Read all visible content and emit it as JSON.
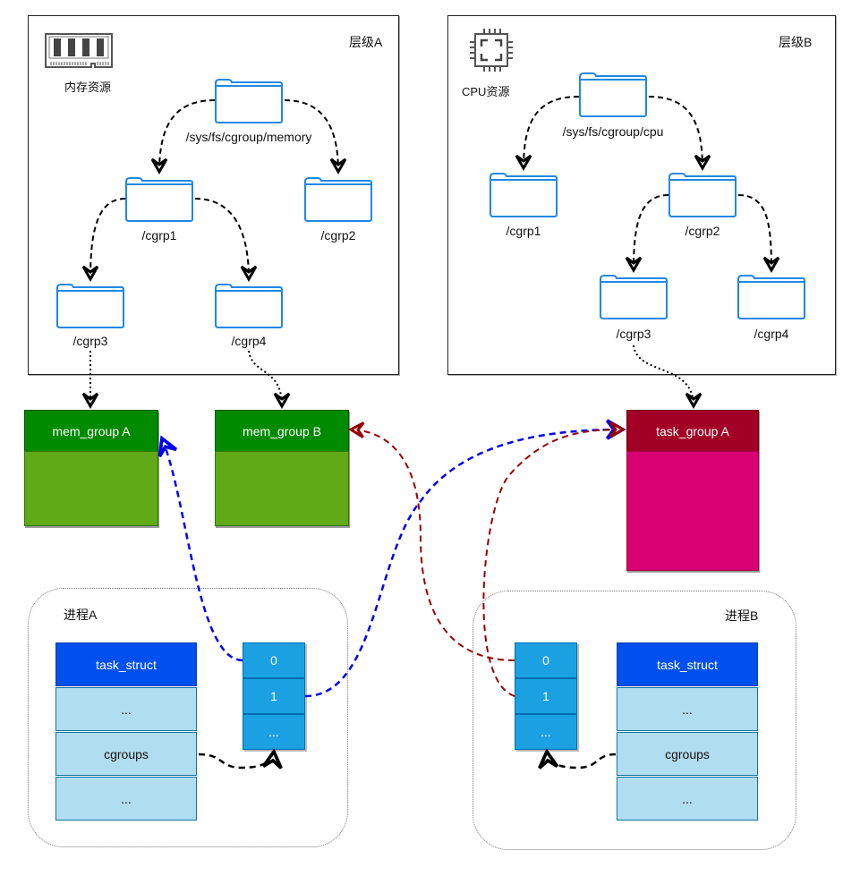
{
  "hierarchy_a": {
    "title": "层级A",
    "resource_label": "内存资源",
    "resource_icon": "memory-module-icon",
    "folders": {
      "root": "/sys/fs/cgroup/memory",
      "cgrp1": "/cgrp1",
      "cgrp2": "/cgrp2",
      "cgrp3": "/cgrp3",
      "cgrp4": "/cgrp4"
    }
  },
  "hierarchy_b": {
    "title": "层级B",
    "resource_label": "CPU资源",
    "resource_icon": "cpu-chip-icon",
    "folders": {
      "root": "/sys/fs/cgroup/cpu",
      "cgrp1": "/cgrp1",
      "cgrp2": "/cgrp2",
      "cgrp3": "/cgrp3",
      "cgrp4": "/cgrp4"
    }
  },
  "groups": {
    "mem_group_a": {
      "label": "mem_group A",
      "head_color": "#008a00",
      "body_color": "#60a917"
    },
    "mem_group_b": {
      "label": "mem_group B",
      "head_color": "#008a00",
      "body_color": "#60a917"
    },
    "task_group_a": {
      "label": "task_group A",
      "head_color": "#a20025",
      "body_color": "#d80073"
    }
  },
  "process_a": {
    "title": "进程A",
    "task_struct": {
      "header": "task_struct",
      "rows": [
        "...",
        "cgroups",
        "..."
      ]
    },
    "css_array": [
      "0",
      "1",
      "..."
    ]
  },
  "process_b": {
    "title": "进程B",
    "task_struct": {
      "header": "task_struct",
      "rows": [
        "...",
        "cgroups",
        "..."
      ]
    },
    "css_array": [
      "0",
      "1",
      "..."
    ]
  },
  "link_colors": {
    "hierarchy": "#000000",
    "process_a": "#0000ee",
    "process_b": "#990000"
  }
}
